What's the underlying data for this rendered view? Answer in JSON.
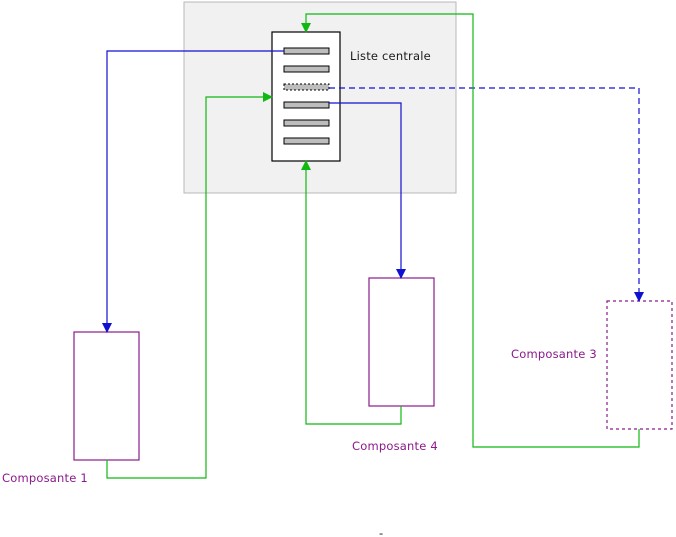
{
  "diagram": {
    "central_list_label": "Liste centrale",
    "component_labels": {
      "c1": "Composante 1",
      "c3": "Composante 3",
      "c4": "Composante 4"
    },
    "footer_mark": "-",
    "colors": {
      "panel_fill": "#f1f1f1",
      "panel_border": "#b8b8b8",
      "list_slot_fill": "#bdbdbd",
      "component_border": "#8b1a8b",
      "blue_arrow": "#1010d0",
      "green_arrow": "#12b812"
    }
  }
}
